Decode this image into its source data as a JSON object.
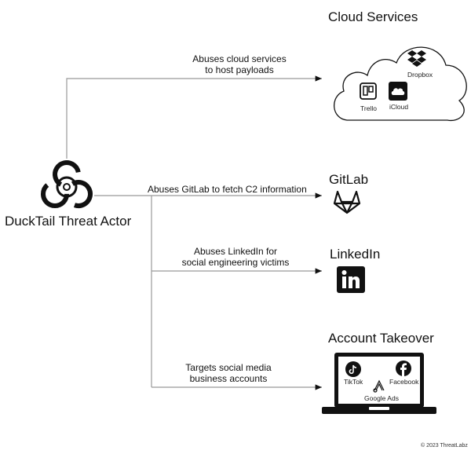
{
  "actor": {
    "label": "DuckTail Threat Actor",
    "icon": "biohazard-icon"
  },
  "edges": [
    {
      "id": "cloud",
      "label_lines": [
        "Abuses cloud services",
        "to host payloads"
      ]
    },
    {
      "id": "gitlab",
      "label_lines": [
        "Abuses GitLab to fetch C2 information"
      ]
    },
    {
      "id": "linkedin",
      "label_lines": [
        "Abuses LinkedIn for",
        "social engineering victims"
      ]
    },
    {
      "id": "account",
      "label_lines": [
        "Targets social media",
        "business accounts"
      ]
    }
  ],
  "targets": {
    "cloud": {
      "title": "Cloud Services",
      "services": [
        {
          "label": "Dropbox",
          "icon": "dropbox-icon"
        },
        {
          "label": "Trello",
          "icon": "trello-icon"
        },
        {
          "label": "iCloud",
          "icon": "icloud-icon"
        }
      ]
    },
    "gitlab": {
      "title": "GitLab",
      "icon": "gitlab-icon"
    },
    "linkedin": {
      "title": "LinkedIn",
      "icon": "linkedin-icon"
    },
    "account": {
      "title": "Account Takeover",
      "services": [
        {
          "label": "TikTok",
          "icon": "tiktok-icon"
        },
        {
          "label": "Facebook",
          "icon": "facebook-icon"
        },
        {
          "label": "Google Ads",
          "icon": "google-ads-icon"
        }
      ]
    }
  },
  "footer": {
    "copyright": "© 2023 ThreatLabz"
  }
}
